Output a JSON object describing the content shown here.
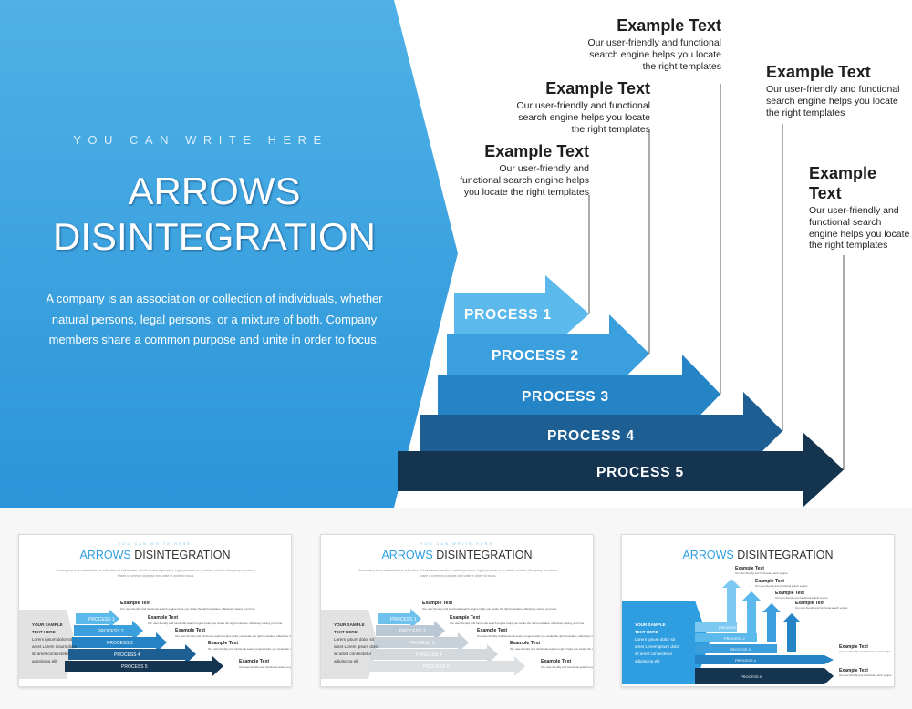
{
  "slide": {
    "eyebrow": "YOU CAN WRITE HERE",
    "title_line1": "ARROWS",
    "title_line2": "DISINTEGRATION",
    "description": "A company is an association or collection of individuals, whether natural persons, legal persons, or a mixture of both. Company members share a common purpose and unite in order to focus."
  },
  "processes": [
    {
      "label": "PROCESS 1",
      "color": "#5bb9ec"
    },
    {
      "label": "PROCESS 2",
      "color": "#3a9fdc"
    },
    {
      "label": "PROCESS 3",
      "color": "#2484c6"
    },
    {
      "label": "PROCESS 4",
      "color": "#1d5f92"
    },
    {
      "label": "PROCESS 5",
      "color": "#14344f"
    }
  ],
  "callouts": [
    {
      "title": "Example Text",
      "text": "Our user-friendly and functional search engine helps you locate the right templates"
    },
    {
      "title": "Example Text",
      "text": "Our user-friendly and functional search engine helps you locate the right templates"
    },
    {
      "title": "Example Text",
      "text": "Our user-friendly and functional search engine helps you locate the right templates"
    },
    {
      "title": "Example Text",
      "text": "Our user-friendly and functional search engine helps you locate the right templates"
    },
    {
      "title": "Example Text",
      "text": "Our user-friendly and functional search engine helps you locate the right templates"
    }
  ],
  "thumbnails": {
    "eyebrow": "YOU CAN WRITE HERE",
    "title_accent": "ARROWS",
    "title_rest": "DISINTEGRATION",
    "description": "A company is an association or collection of individuals, whether natural persons, legal persons, or a mixture of both. Company members share a common purpose and unite in order to focus.",
    "side_title_1": "YOUR SAMPLE",
    "side_title_2": "TEXT HERE",
    "side_text": "Lorem ipsum dolor sit amet Lorem ipsum dolor sit amet consectetur adipiscing elit",
    "callout_title": "Example Text",
    "callout_text": "Our user-friendly and functional search engine helps you locate the right templates, effectively saving your time.",
    "process_labels": [
      "PROCESS 1",
      "PROCESS 2",
      "PROCESS 3",
      "PROCESS 4",
      "PROCESS 5"
    ],
    "thumb3_callout_text": "Our user-friendly and functional search engine"
  },
  "colors": {
    "panel_top": "#4fb1e6",
    "panel_bottom": "#2b95d9",
    "divider": "#555555"
  }
}
